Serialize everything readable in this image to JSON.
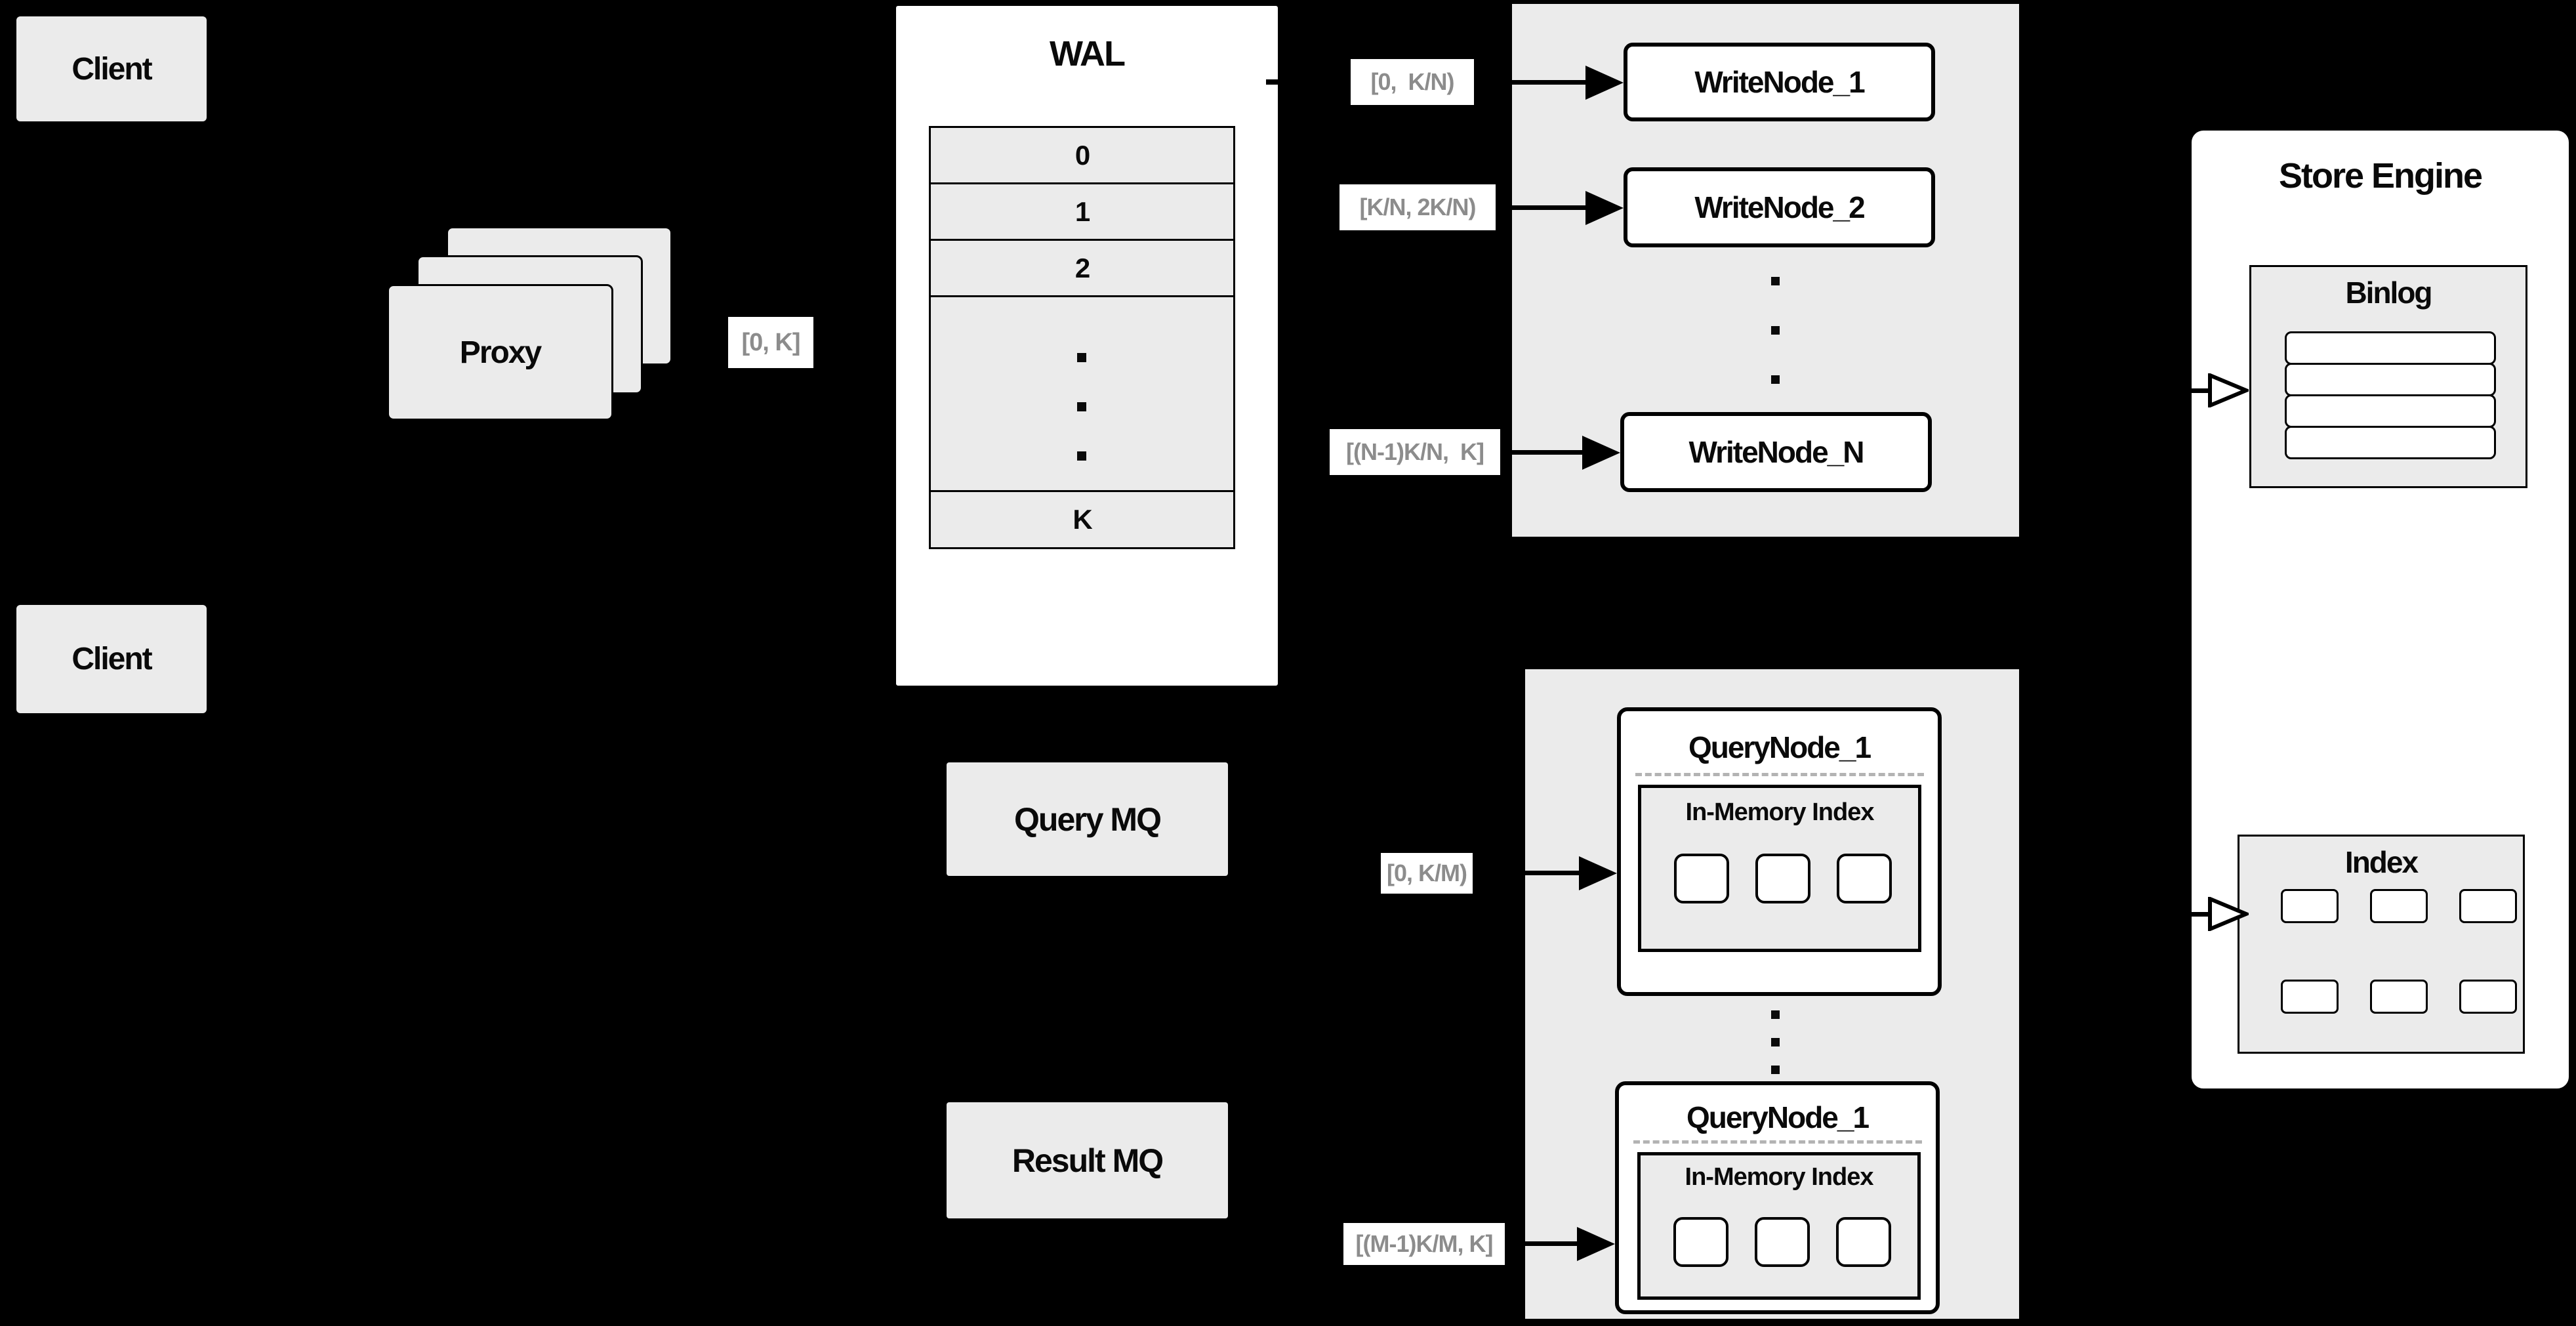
{
  "colors": {
    "background": "#000000",
    "panel_gray": "#ebebeb",
    "box_white": "#ffffff",
    "border_black": "#000000",
    "flow_label_text": "#8c8c8c",
    "dashed_divider": "#b3b3b3"
  },
  "clients": {
    "top": "Client",
    "bottom": "Client"
  },
  "proxy": {
    "label": "Proxy"
  },
  "wal": {
    "title": "WAL",
    "segments": [
      "0",
      "1",
      "2"
    ],
    "last_segment": "K"
  },
  "flow_labels": {
    "proxy_to_wal": "[0, K]",
    "write_1": "[0,  K/N)",
    "write_2": "[K/N, 2K/N)",
    "write_n": "[(N-1)K/N,  K]",
    "query_1": "[0, K/M)",
    "query_m": "[(M-1)K/M, K]"
  },
  "write_nodes": [
    "WriteNode_1",
    "WriteNode_2",
    "WriteNode_N"
  ],
  "mq": {
    "query": "Query MQ",
    "result": "Result MQ"
  },
  "query_nodes": [
    {
      "title": "QueryNode_1",
      "index_label": "In-Memory Index"
    },
    {
      "title": "QueryNode_1",
      "index_label": "In-Memory Index"
    }
  ],
  "store_engine": {
    "title": "Store Engine",
    "binlog": "Binlog",
    "index": "Index"
  }
}
